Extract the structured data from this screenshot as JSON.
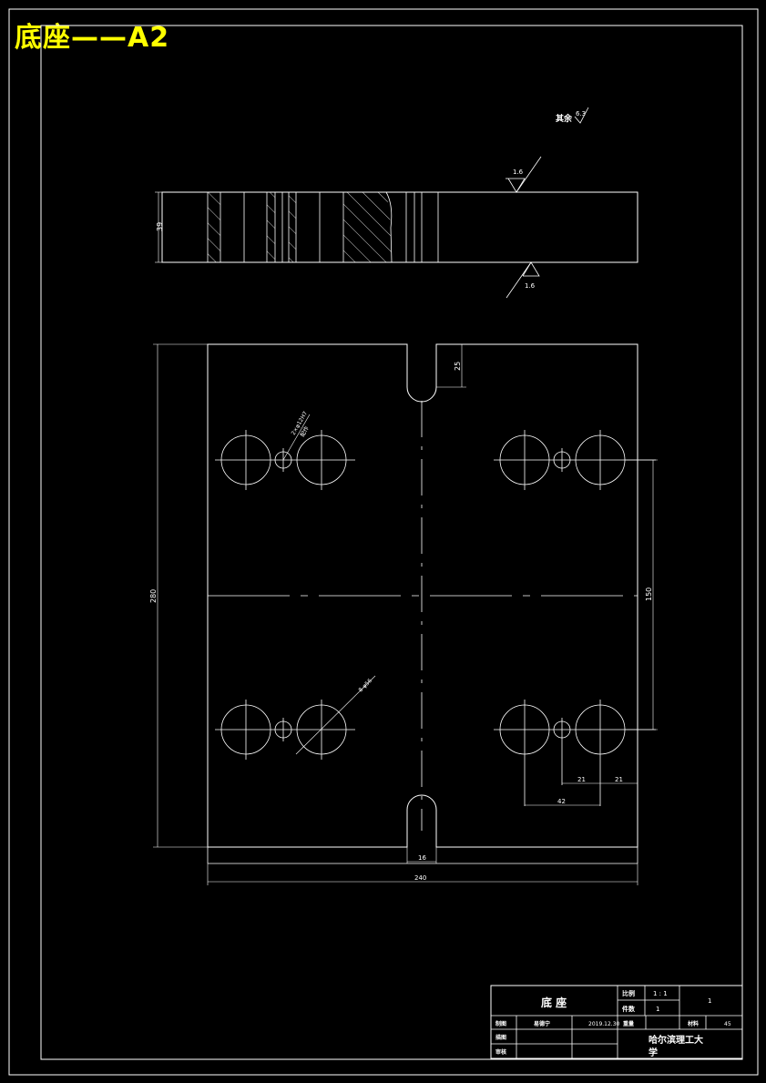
{
  "sheet": {
    "title": "底座——A2"
  },
  "surface_finish": {
    "others_label": "其余",
    "others_value": "6.3",
    "top_value": "1.6",
    "bottom_value": "1.6"
  },
  "section_view": {
    "thickness_dim": "39"
  },
  "plan_view": {
    "slot_depth_dim": "25",
    "small_hole_note": "2×φ12H7",
    "small_hole_note2": "配作",
    "large_hole_note": "8-φ56",
    "height_dim": "280",
    "hole_spacing_vertical_dim": "150",
    "dim_21_a": "21",
    "dim_21_b": "21",
    "dim_42": "42",
    "slot_width_dim": "16",
    "width_dim": "240"
  },
  "title_block": {
    "part_name": "底 座",
    "scale_label": "比例",
    "scale_value": "1 : 1",
    "qty_label": "件数",
    "qty_value": "1",
    "sheet_no": "1",
    "drawn_label": "制图",
    "drawn_name": "易德宁",
    "date": "2019.12.30",
    "weight_label": "重量",
    "material_label": "材料",
    "material_value": "45",
    "checked_label": "描图",
    "approved_label": "审核",
    "school_line1": "哈尔滨理工大",
    "school_line2": "学"
  }
}
